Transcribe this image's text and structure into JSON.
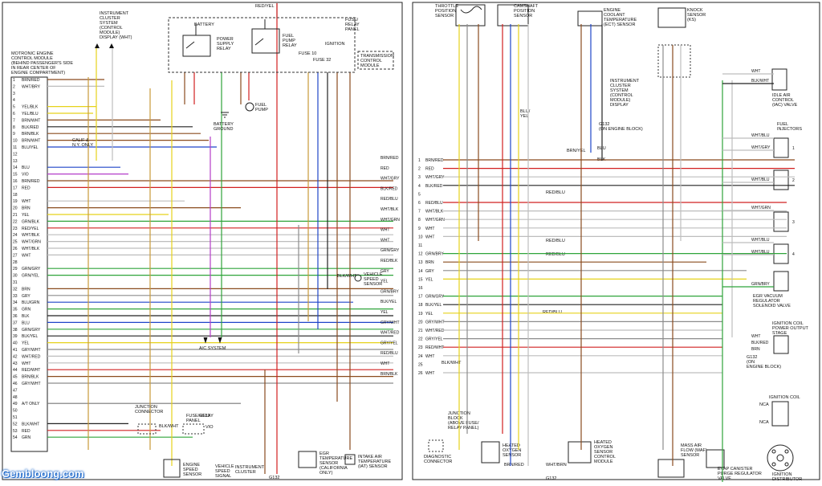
{
  "left": {
    "ecm_title": [
      "MOTRONIC ENGINE",
      "CONTROL MODULE",
      "(BEHIND PASSENGER'S SIDE",
      "IN REAR CENTER OF",
      "ENGINE COMPARTMENT)"
    ],
    "pins": [
      {
        "n": "1",
        "w": "BRN/RED"
      },
      {
        "n": "2",
        "w": "WHT/BRY"
      },
      {
        "n": "3",
        "w": ""
      },
      {
        "n": "4",
        "w": ""
      },
      {
        "n": "5",
        "w": "YEL/BLK"
      },
      {
        "n": "6",
        "w": "YEL/BLU"
      },
      {
        "n": "7",
        "w": "BRN/WHT"
      },
      {
        "n": "8",
        "w": "BLK/RED"
      },
      {
        "n": "9",
        "w": "BRN/BLK"
      },
      {
        "n": "10",
        "w": "BRN/WHT"
      },
      {
        "n": "11",
        "w": "BLU/YEL"
      },
      {
        "n": "12",
        "w": ""
      },
      {
        "n": "13",
        "w": ""
      },
      {
        "n": "14",
        "w": "BLU"
      },
      {
        "n": "15",
        "w": "VIO"
      },
      {
        "n": "16",
        "w": "BRN/RED"
      },
      {
        "n": "17",
        "w": "RED"
      },
      {
        "n": "18",
        "w": ""
      },
      {
        "n": "19",
        "w": "WHT"
      },
      {
        "n": "20",
        "w": "BRN"
      },
      {
        "n": "21",
        "w": "YEL"
      },
      {
        "n": "22",
        "w": "GRN/BLK"
      },
      {
        "n": "23",
        "w": "RED/YEL"
      },
      {
        "n": "24",
        "w": "WHT/BLK"
      },
      {
        "n": "25",
        "w": "WHT/GRN"
      },
      {
        "n": "26",
        "w": "WHT/BLK"
      },
      {
        "n": "27",
        "w": "WHT"
      },
      {
        "n": "28",
        "w": ""
      },
      {
        "n": "29",
        "w": "GRN/GRY"
      },
      {
        "n": "30",
        "w": "GRN/YEL"
      },
      {
        "n": "31",
        "w": ""
      },
      {
        "n": "32",
        "w": "BRN"
      },
      {
        "n": "33",
        "w": "GRY"
      },
      {
        "n": "34",
        "w": "BLU/GRN"
      },
      {
        "n": "35",
        "w": "GRN"
      },
      {
        "n": "36",
        "w": "BLK"
      },
      {
        "n": "37",
        "w": "BLU"
      },
      {
        "n": "38",
        "w": "GRN/GRY"
      },
      {
        "n": "39",
        "w": "BLK/YEL"
      },
      {
        "n": "40",
        "w": "YEL"
      },
      {
        "n": "41",
        "w": "GRY/WHT"
      },
      {
        "n": "42",
        "w": "WHT/RED"
      }
    ],
    "pins_lower": [
      {
        "n": "43",
        "w": "WHT"
      },
      {
        "n": "44",
        "w": "RED/WHT"
      },
      {
        "n": "45",
        "w": "BRN/BLK"
      },
      {
        "n": "46",
        "w": "GRY/WHT"
      },
      {
        "n": "47",
        "w": ""
      },
      {
        "n": "48",
        "w": ""
      },
      {
        "n": "49",
        "w": "A/T ONLY"
      },
      {
        "n": "50",
        "w": ""
      },
      {
        "n": "51",
        "w": ""
      },
      {
        "n": "52",
        "w": "BLK/WHT"
      },
      {
        "n": "53",
        "w": "RED"
      },
      {
        "n": "54",
        "w": "GRN"
      }
    ],
    "calif_note": [
      "CALIF &",
      "N.Y. ONLY"
    ],
    "instrument_cluster": [
      "INSTRUMENT",
      "CLUSTER",
      "SYSTEM",
      "(CONTROL",
      "MODULE)",
      "DISPLAY (WHT)"
    ],
    "fuse_panel": [
      "FUSE/",
      "RELAY",
      "PANEL"
    ],
    "battery": "BATTERY",
    "power_relay": [
      "POWER",
      "SUPPLY",
      "RELAY"
    ],
    "fuel_pump_relay": [
      "FUEL",
      "PUMP",
      "RELAY"
    ],
    "ignition": "IGNITION",
    "fuse_a": "FUSE 10",
    "fuse_b": "FUSE 32",
    "transmission": [
      "TRANSMISSION",
      "CONTROL",
      "MODULE"
    ],
    "fuel_pump": [
      "FUEL",
      "PUMP"
    ],
    "battery_ground": [
      "BATTERY",
      "GROUND"
    ],
    "vss": [
      "VEHICLE",
      "SPEED",
      "SENSOR"
    ],
    "ac_system": "A/C SYSTEM",
    "junction_connector": [
      "JUNCTION",
      "CONNECTOR"
    ],
    "fuse_relay_panel_b": [
      "FUSE/RELAY",
      "PANEL"
    ],
    "engine_speed_sensor": [
      "ENGINE",
      "SPEED",
      "SENSOR"
    ],
    "vehicle_speed_signal": [
      "VEHICLE",
      "SPEED",
      "SIGNAL"
    ],
    "instrument_cluster_b": [
      "INSTRUMENT",
      "CLUSTER"
    ],
    "egr_temp": [
      "EGR",
      "TEMPERATURE",
      "SENSOR",
      "(CALIFORNIA",
      "ONLY)"
    ],
    "intake_air_temp": [
      "INTAKE AIR",
      "TEMPERATURE",
      "(IAT) SENSOR"
    ],
    "ground_g132": "G132",
    "ground_g132_b": "G132",
    "right_wire_labels": [
      "BRN/RED",
      "RED",
      "WHT/GRY",
      "BLK/RED",
      "RED/BLU",
      "WHT/BLK",
      "WHT/GRN",
      "WHT",
      "WHT",
      "GRN/GRY",
      "RED/BLK",
      "GRY",
      "YEL",
      "GRN/BRY",
      "BLK/YEL",
      "YEL",
      "GRY/WHT",
      "WHT/RED",
      "GRY/YEL",
      "RED/BLU",
      "WHT",
      "BRN/BLK"
    ],
    "blk_wht": "BLK/WHT",
    "red_yel": "RED/YEL",
    "grn_blk": "GRN/BLK",
    "blu_yel": "BLU/YEL",
    "at_only": "A/T ONLY",
    "vio": "VIO",
    "brn_blk": "BRN/BLK",
    "blk_wht_b": "BLK/WHT"
  },
  "right": {
    "tps": [
      "THROTTLE",
      "POSITION",
      "SENSOR"
    ],
    "cmp": [
      "CAMSHAFT",
      "POSITION",
      "SENSOR"
    ],
    "ect": [
      "ENGINE",
      "COOLANT",
      "TEMPERATURE",
      "(ECT) SENSOR"
    ],
    "knock": [
      "KNOCK",
      "SENSOR",
      "(KS)"
    ],
    "ic_display": [
      "INSTRUMENT",
      "CLUSTER",
      "SYSTEM",
      "(CONTROL",
      "MODULE)",
      "DISPLAY"
    ],
    "g132_block": [
      "G132",
      "(ON ENGINE BLOCK)"
    ],
    "iac": [
      "IDLE AIR",
      "CONTROL",
      "(IAC) VALVE"
    ],
    "fuel_injectors": [
      "FUEL",
      "INJECTORS"
    ],
    "egr_vac": [
      "EGR VACUUM",
      "REGULATOR",
      "SOLENOID VALVE"
    ],
    "ign_coil_stage": [
      "IGNITION COIL",
      "POWER OUTPUT",
      "STAGE"
    ],
    "g132_engine": [
      "G132",
      "(ON",
      "ENGINE BLOCK)"
    ],
    "ign_coil": "IGNITION COIL",
    "ign_dist": [
      "IGNITION",
      "DISTRIBUTOR"
    ],
    "diag_conn": [
      "DIAGNOSTIC",
      "CONNECTOR"
    ],
    "junction_block": [
      "JUNCTION",
      "BLOCK",
      "(ABOVE FUSE/",
      "RELAY PANEL)"
    ],
    "heated_o2_1": [
      "HEATED",
      "OXYGEN",
      "SENSOR"
    ],
    "heated_o2_2": [
      "HEATED",
      "OXYGEN",
      "SENSOR",
      "CONTROL",
      "MODULE"
    ],
    "maf": [
      "MASS AIR",
      "FLOW (MAF)",
      "SENSOR"
    ],
    "evap": [
      "EVAP CANISTER",
      "PURGE REGULATOR",
      "VALVE"
    ],
    "nca": "NCA",
    "nca_b": "NCA",
    "wires": [
      "BRN/RED",
      "RED",
      "WHT/GRY",
      "BLK/RED",
      "",
      "RED/BLU",
      "WHT/BLK",
      "WHT/GRN",
      "WHT",
      "WHT",
      "",
      "GRN/BRY",
      "BRN",
      "GRY",
      "YEL",
      "",
      "GRN/GRY",
      "BLK/YEL",
      "YEL",
      "GRY/WHT",
      "WHT/RED",
      "GRY/YEL",
      "RED/WHT",
      "WHT",
      "",
      "WHT"
    ],
    "injector_wires": [
      "WHT",
      "BLK/WHT",
      "WHT/BLU",
      "WHT/GRY",
      "WHT/BLU",
      "WHT/GRN",
      "WHT/BLU",
      "WHT/BLU",
      "GRN/BRY"
    ],
    "ign_wires": [
      "WHT",
      "BLK/RED",
      "BRN"
    ],
    "blu_yel": [
      "BLU/",
      "YEL"
    ],
    "brn_yel": "BRN/YEL",
    "blu": "BLU",
    "blk": "BLK",
    "red_blu_a": "RED/BLU",
    "red_blu_b": "RED/BLU",
    "red_blu_c": "RED/BLU",
    "red_blu_d": "RED/BLU",
    "blk_wht": "BLK/WHT",
    "brn_red": "BRN/RED",
    "wht_brn": "WHT/BRN",
    "g132_bottom": "G132"
  },
  "watermark": "Gembloong.com"
}
